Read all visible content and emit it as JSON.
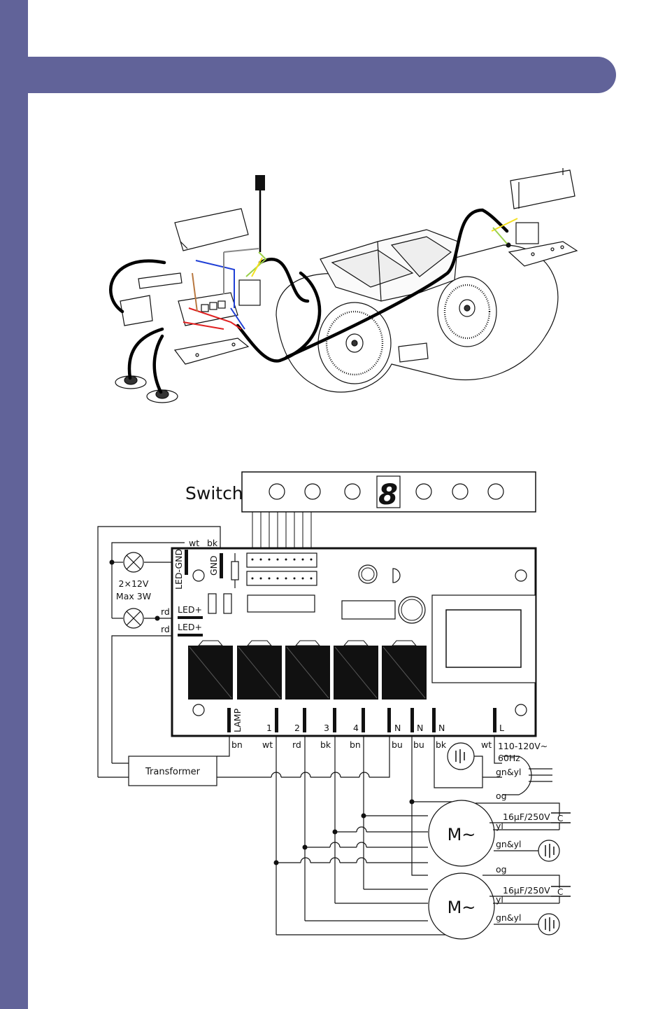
{
  "colors": {
    "accent": "#616399",
    "wire_blue": "#1f3fd6",
    "wire_red": "#e02020",
    "wire_yellow": "#f4e020",
    "wire_green": "#9ad04a",
    "wire_brown": "#b87840"
  },
  "switch": {
    "label": "Switch",
    "display_digit": "8"
  },
  "lamps": {
    "rating_line1": "2×12V",
    "rating_line2": "Max 3W"
  },
  "board": {
    "led_gnd": "LED-GND",
    "gnd": "GND",
    "led_plus_1": "LED+",
    "led_plus_2": "LED+",
    "terminals": [
      "LAMP",
      "1",
      "2",
      "3",
      "4",
      "N",
      "N",
      "N",
      "L"
    ]
  },
  "wire_labels": {
    "wt_top": "wt",
    "bk_top": "bk",
    "rd_1": "rd",
    "rd_2": "rd",
    "bottom": [
      "bn",
      "wt",
      "rd",
      "bk",
      "bn",
      "bu",
      "bu",
      "bk",
      "wt"
    ]
  },
  "transformer": "Transformer",
  "supply": {
    "voltage": "110-120V~",
    "frequency": "60Hz",
    "ground": "gn&yl"
  },
  "motors": [
    {
      "symbol": "M~",
      "og": "og",
      "capacitor": "16μF/250V",
      "cap_symbol": "C",
      "yl": "yl",
      "ground": "gn&yl"
    },
    {
      "symbol": "M~",
      "og": "og",
      "capacitor": "16μF/250V",
      "cap_symbol": "C",
      "yl": "yl",
      "ground": "gn&yl"
    }
  ]
}
